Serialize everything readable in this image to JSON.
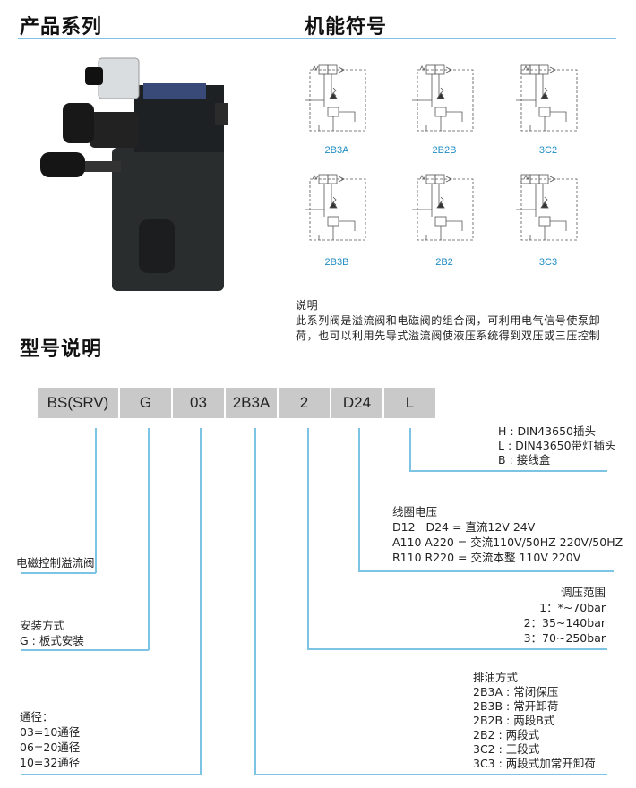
{
  "headers": {
    "product_series": "产品系列",
    "function_symbols": "机能符号",
    "model_description": "型号说明"
  },
  "symbols": [
    {
      "label": "2B3A"
    },
    {
      "label": "2B2B"
    },
    {
      "label": "3C2"
    },
    {
      "label": "2B3B"
    },
    {
      "label": "2B2"
    },
    {
      "label": "3C3"
    }
  ],
  "note": {
    "title": "说明",
    "line1": "此系列阀是溢流阀和电磁阀的组合阀，可利用电气信号使泵卸",
    "line2": "荷，也可以利用先导式溢流阀使液压系统得到双压或三压控制"
  },
  "model_codes": [
    "BS(SRV)",
    "G",
    "03",
    "2B3A",
    "2",
    "D24",
    "L"
  ],
  "plug": {
    "h": "H : DIN43650插头",
    "l": "L : DIN43650带灯插头",
    "b": "B : 接线盒"
  },
  "voltage": {
    "title": "线圈电压",
    "l1": "D12   D24 = 直流12V 24V",
    "l2": "A110 A220 = 交流110V/50HZ 220V/50HZ",
    "l3": "R110 R220 = 交流本整 110V 220V"
  },
  "pressure": {
    "title": "调压范围",
    "l1": "1：*~70bar",
    "l2": "2：35~140bar",
    "l3": "3：70~250bar"
  },
  "drain": {
    "title": "排油方式",
    "l1": "2B3A : 常闭保压",
    "l2": "2B3B : 常开卸荷",
    "l3": "2B2B : 两段B式",
    "l4": "2B2 : 两段式",
    "l5": "3C2 : 三段式",
    "l6": "3C3 : 两段式加常开卸荷"
  },
  "series": {
    "name": "电磁控制溢流阀"
  },
  "mount": {
    "title": "安装方式",
    "l1": "G : 板式安装"
  },
  "size": {
    "title": "通径：",
    "l1": "03=10通径",
    "l2": "06=20通径",
    "l3": "10=32通径"
  },
  "colors": {
    "accent": "#7cc3e4",
    "symbol_label": "#1e8bc3",
    "box": "#c9c9c9"
  }
}
